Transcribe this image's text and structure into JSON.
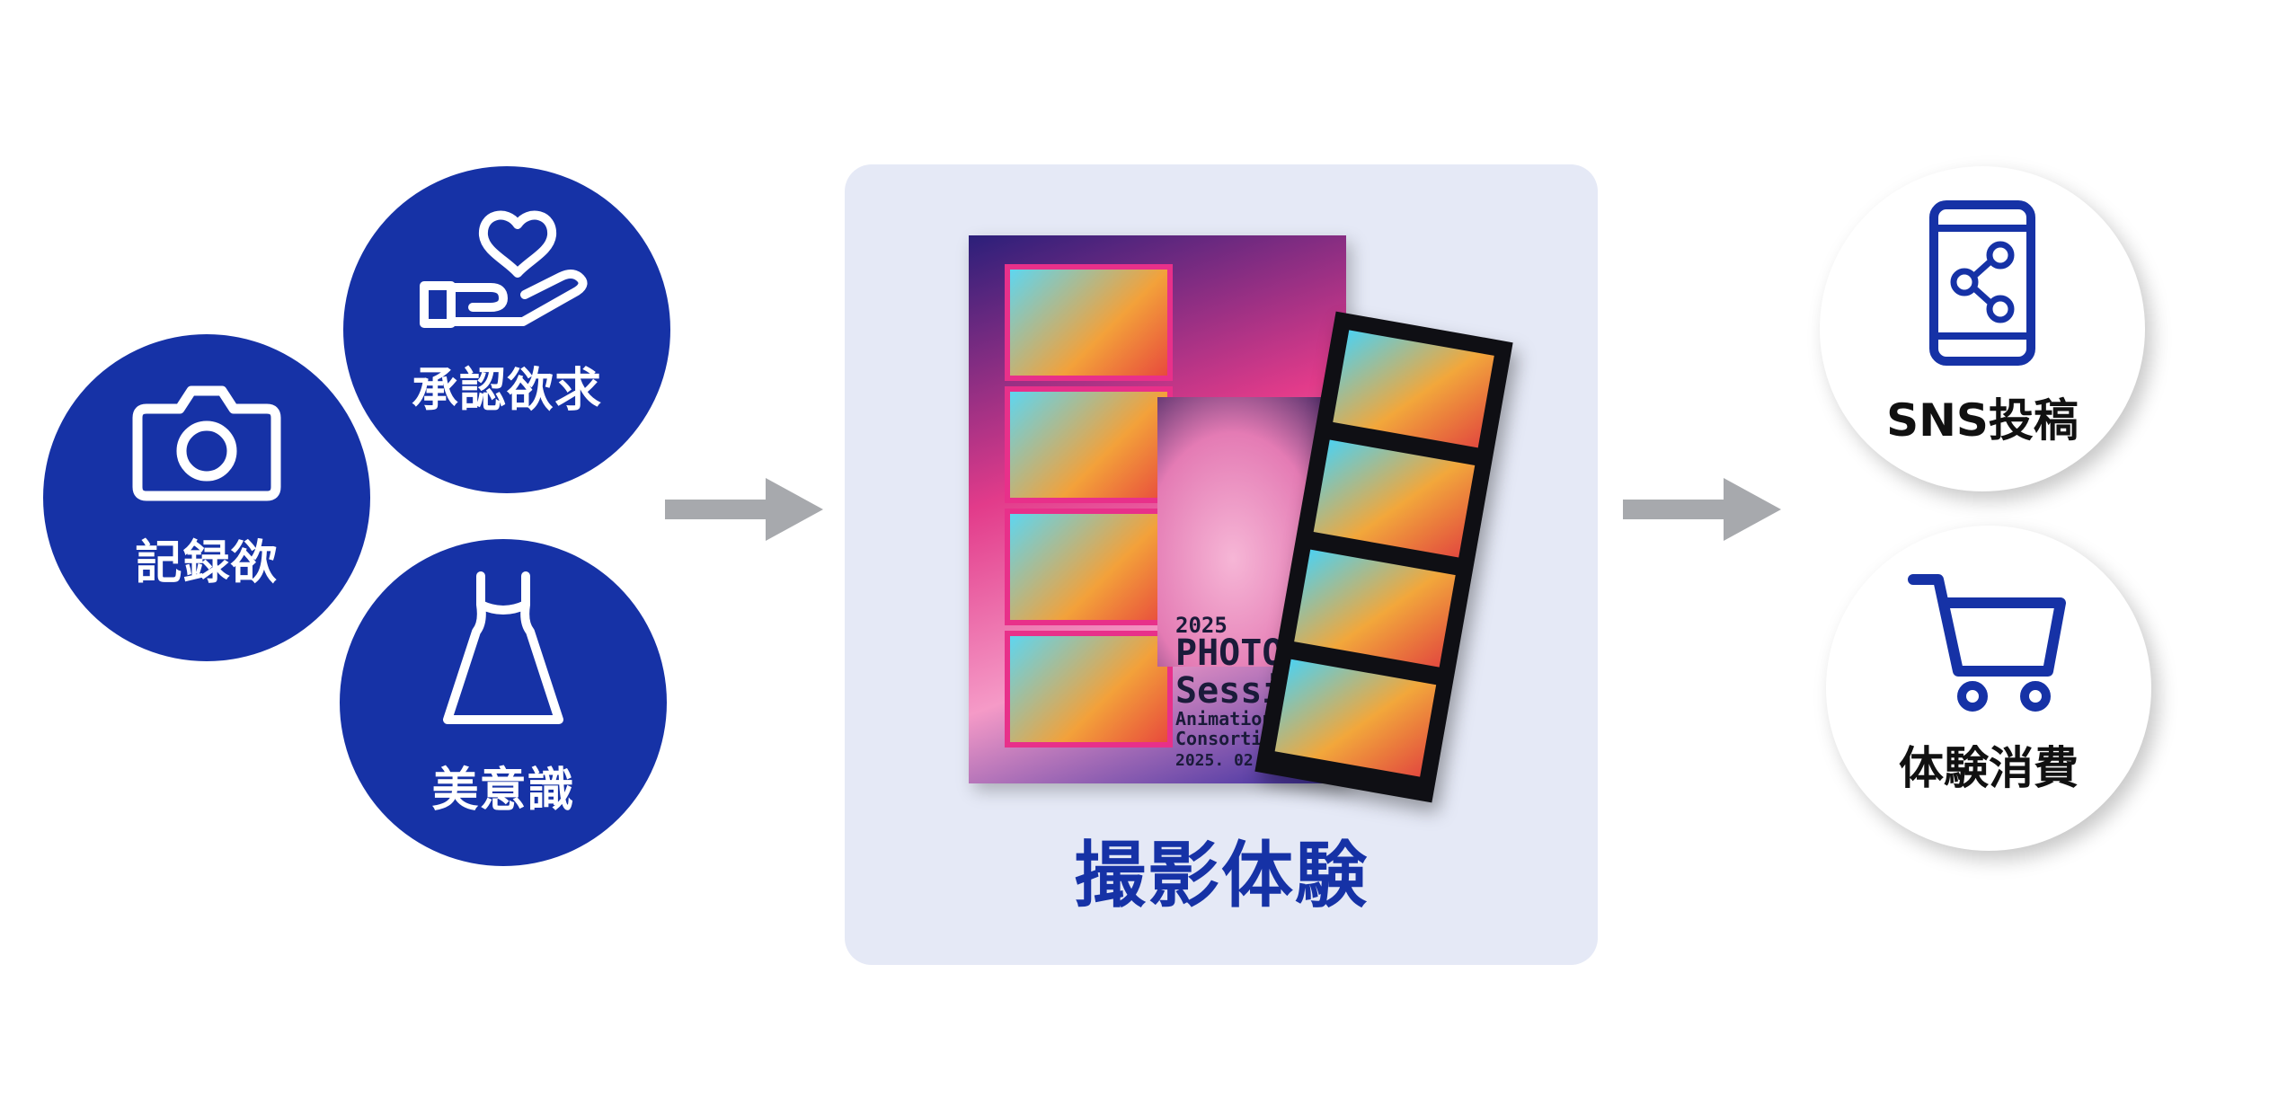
{
  "left": {
    "record": {
      "label": "記録欲",
      "icon": "camera-icon"
    },
    "approval": {
      "label": "承認欲求",
      "icon": "hand-heart-icon"
    },
    "beauty": {
      "label": "美意識",
      "icon": "dress-icon"
    }
  },
  "center": {
    "title": "撮影体験",
    "poster": {
      "year": "2025",
      "line1": "PHOTO",
      "line2": "Sessi",
      "line3": "Animation",
      "line4": "Consortium",
      "date": "2025. 02. 09"
    }
  },
  "right": {
    "sns": {
      "label": "SNS投稿",
      "icon": "smartphone-share-icon"
    },
    "consume": {
      "label": "体験消費",
      "icon": "shopping-cart-icon"
    }
  },
  "colors": {
    "brand_blue": "#1632a6",
    "panel_bg": "#e5e9f6",
    "arrow_gray": "#a7a9ad"
  }
}
